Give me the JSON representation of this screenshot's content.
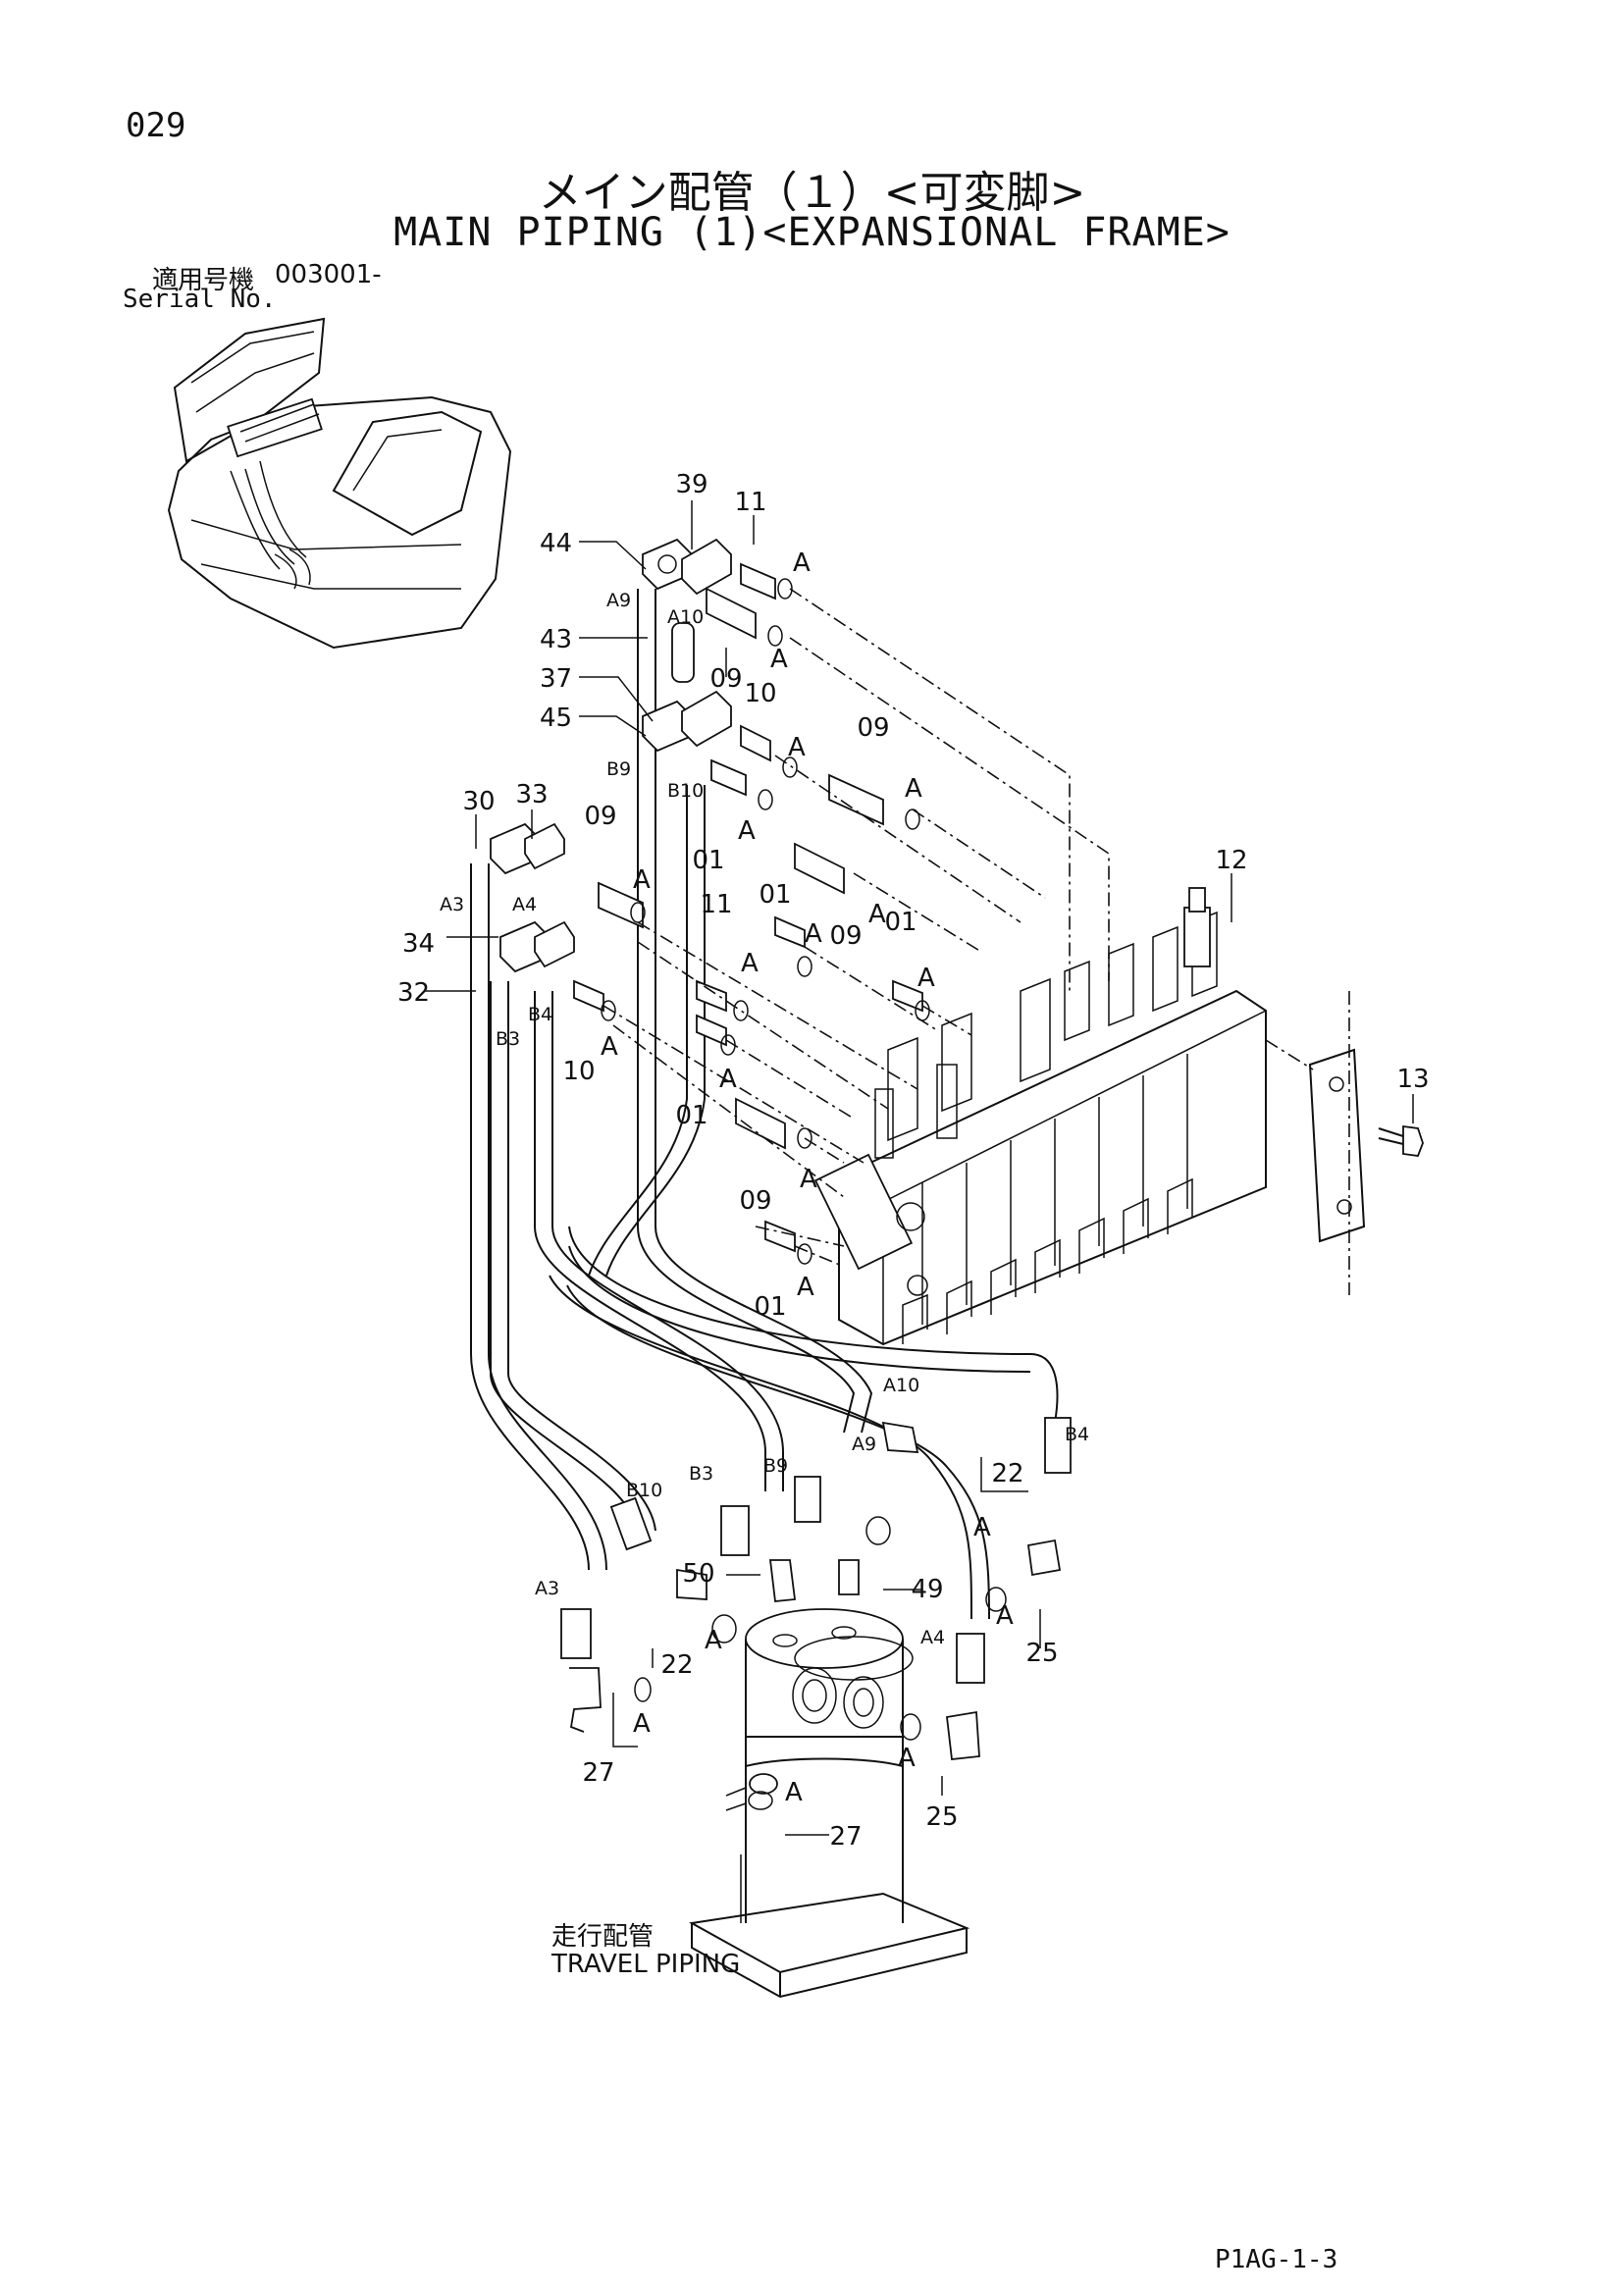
{
  "page": {
    "page_number": "029",
    "title_jp": "メイン配管（１）<可変脚>",
    "title_en": "MAIN PIPING (1)<EXPANSIONAL FRAME>",
    "serial_label_jp": "適用号機",
    "serial_number": "003001-",
    "serial_label_en": "Serial No.",
    "travel_piping_jp": "走行配管",
    "travel_piping_en": "TRAVEL PIPING",
    "page_code": "P1AG-1-3"
  },
  "callouts": {
    "c39": "39",
    "c44": "44",
    "c43": "43",
    "c37": "37",
    "c45": "45",
    "c11a": "11",
    "c09a": "09",
    "c10a": "10",
    "c09b": "09",
    "c30": "30",
    "c33": "33",
    "c09c": "09",
    "c01a": "01",
    "c34": "34",
    "c32": "32",
    "c10b": "10",
    "c11b": "11",
    "c01b": "01",
    "c01c": "01",
    "c09d": "09",
    "c01d": "01",
    "c12": "12",
    "c09e": "09",
    "c01e": "01",
    "c13": "13",
    "c22a": "22",
    "c50": "50",
    "c49": "49",
    "c22b": "22",
    "c25a": "25",
    "c27a": "27",
    "c25b": "25",
    "c27b": "27"
  },
  "tags": {
    "a9": "A9",
    "a10": "A10",
    "b9": "B9",
    "b10": "B10",
    "a3": "A3",
    "a4": "A4",
    "b4": "B4",
    "b3": "B3",
    "a10b": "A10",
    "a9b": "A9",
    "b3b": "B3",
    "b9b": "B9",
    "b4b": "B4",
    "b10b": "B10",
    "a3b": "A3",
    "a4b": "A4",
    "ring_a": "A"
  }
}
